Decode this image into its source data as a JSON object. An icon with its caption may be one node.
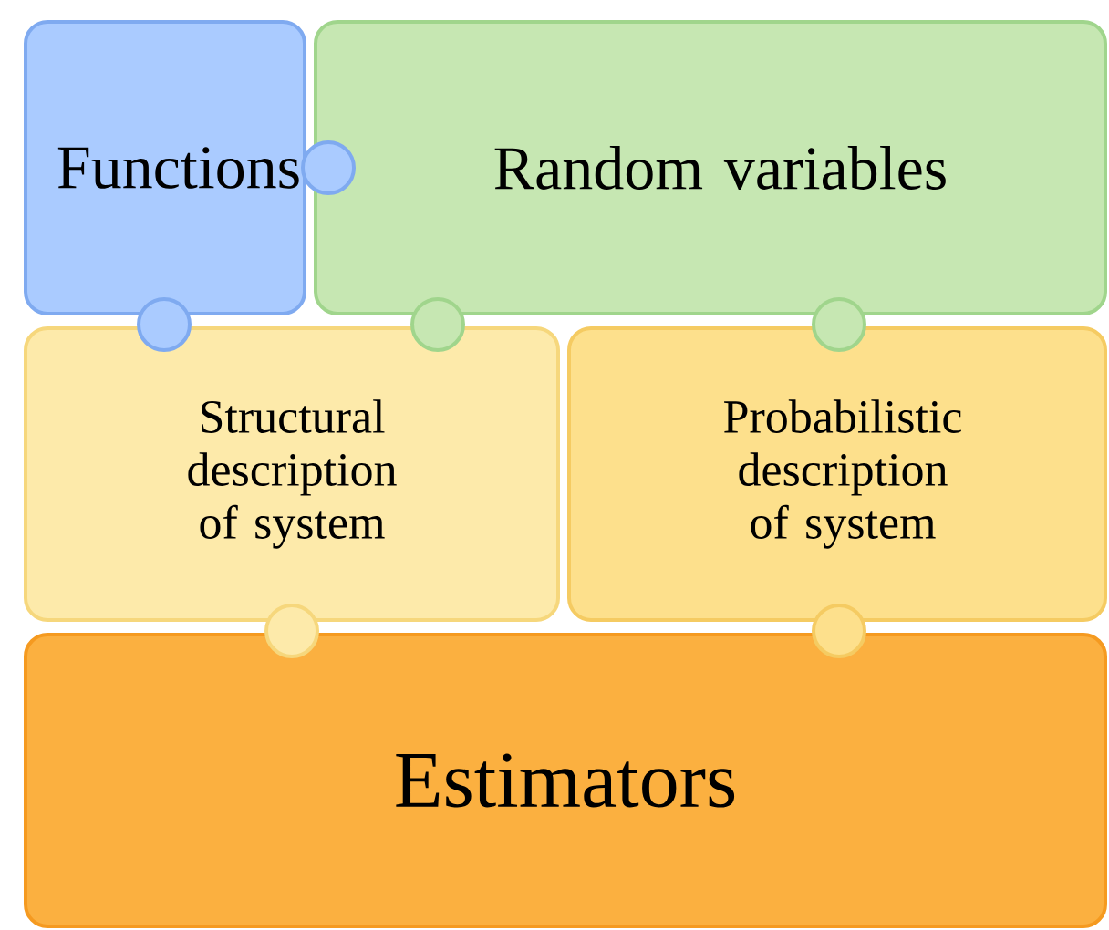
{
  "diagram": {
    "nodes": [
      {
        "text": [
          "Functions"
        ]
      },
      {
        "text": [
          "Random variables"
        ]
      },
      {
        "text": [
          "Structural description of system"
        ]
      },
      {
        "text": [
          "Probabilistic description of system"
        ]
      },
      {
        "text": [
          "Estimators"
        ]
      }
    ]
  }
}
